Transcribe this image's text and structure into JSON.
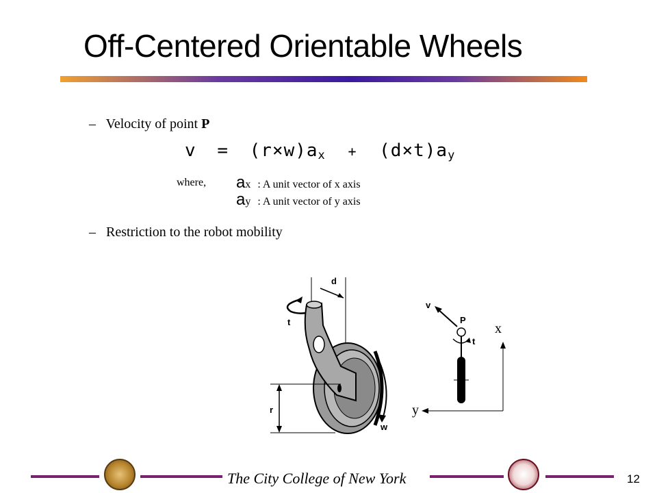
{
  "slide": {
    "title": "Off-Centered Orientable Wheels",
    "bullet1_dash": "–",
    "bullet1_text": "Velocity of point",
    "bullet1_point": "P",
    "equation": {
      "lhs": "v",
      "equals": "=",
      "term1": "(r×w)a",
      "term1_sub": "x",
      "plus": "+",
      "term2": "(d×t)a",
      "term2_sub": "y"
    },
    "where_label": "where,",
    "units": [
      {
        "sym": "a",
        "sub": "x",
        "text": ": A unit vector of  x axis"
      },
      {
        "sym": "a",
        "sub": "y",
        "text": ": A unit vector of  y axis"
      }
    ],
    "bullet2_dash": "–",
    "bullet2_text": "Restriction to the robot mobility"
  },
  "figure": {
    "labels": {
      "d": "d",
      "t_wheel": "t",
      "r": "r",
      "w": "w",
      "v": "v",
      "p": "P",
      "t_top": "t",
      "x_axis": "x",
      "y_axis": "y"
    }
  },
  "footer": {
    "institution": "The City College of New York",
    "page_number": "12",
    "accent_color": "#7a1f6e"
  }
}
